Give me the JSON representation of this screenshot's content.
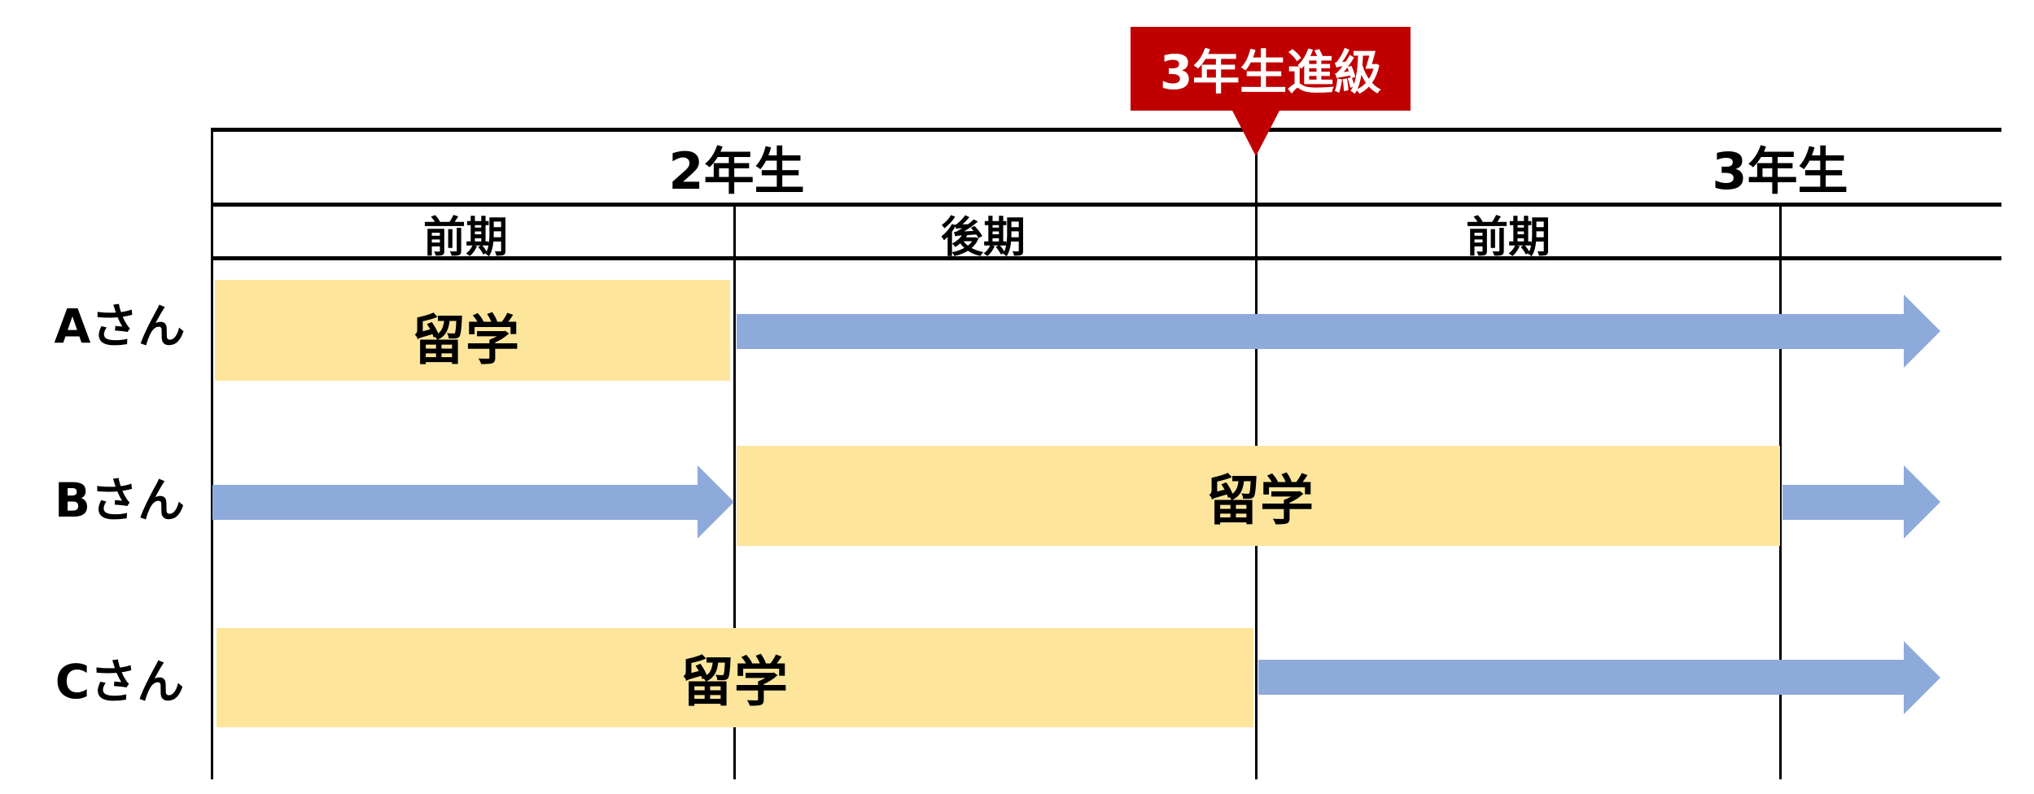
{
  "milestone": {
    "label": "3年生進級",
    "color": "#C00000"
  },
  "years": [
    "2年生",
    "3年生"
  ],
  "terms": [
    "前期",
    "後期",
    "前期"
  ],
  "rows": [
    {
      "name": "Aさん",
      "study_label": "留学"
    },
    {
      "name": "Bさん",
      "study_label": "留学"
    },
    {
      "name": "Cさん",
      "study_label": "留学"
    }
  ],
  "colors": {
    "study": "#FDE59B",
    "arrow": "#8EAADB"
  }
}
